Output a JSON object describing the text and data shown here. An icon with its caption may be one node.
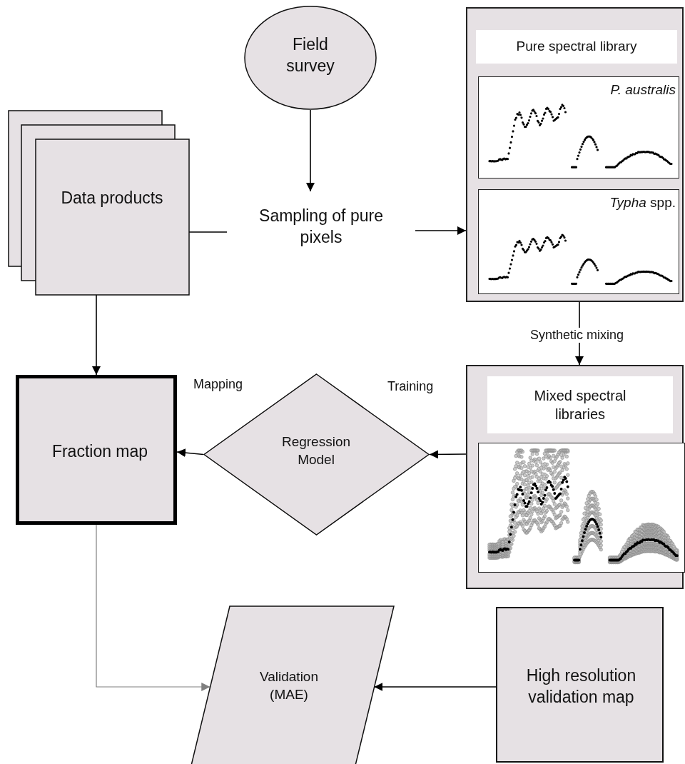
{
  "diagram": {
    "nodes": [
      {
        "text": [
          "Field survey"
        ]
      },
      {
        "text": [
          "Data products"
        ]
      },
      {
        "text": [
          "Sampling of pure pixels"
        ]
      },
      {
        "text": [
          "Pure spectral library"
        ]
      },
      {
        "text": [
          "P. australis"
        ],
        "in": 3
      },
      {
        "text": [
          "*Typha* spp."
        ],
        "in": 3
      },
      {
        "text": [
          "Mixed spectral libraries"
        ]
      },
      {
        "text": [],
        "shape": "picture",
        "in": 6
      },
      {
        "text": [
          "Fraction map"
        ]
      },
      {
        "text": [
          "Regression Model"
        ]
      },
      {
        "text": [
          "Validation (MAE)"
        ]
      },
      {
        "text": [
          "High resolution validation map"
        ]
      }
    ],
    "edges": [
      {
        "from": 0,
        "to": 2,
        "arrow": "to"
      },
      {
        "from": 1,
        "to": 2,
        "arrow": "none"
      },
      {
        "from": 2,
        "to": 3,
        "arrow": "to"
      },
      {
        "from": 3,
        "to": 6,
        "arrow": "to",
        "label": "Synthetic mixing"
      },
      {
        "from": 1,
        "to": 8,
        "arrow": "to"
      },
      {
        "from": 6,
        "to": 9,
        "arrow": "to",
        "label": "Training"
      },
      {
        "from": 9,
        "to": 8,
        "arrow": "to",
        "label": "Mapping"
      },
      {
        "from": 8,
        "to": 10,
        "arrow": "to",
        "color": "#808080"
      },
      {
        "from": 11,
        "to": 10,
        "arrow": "to"
      }
    ]
  }
}
